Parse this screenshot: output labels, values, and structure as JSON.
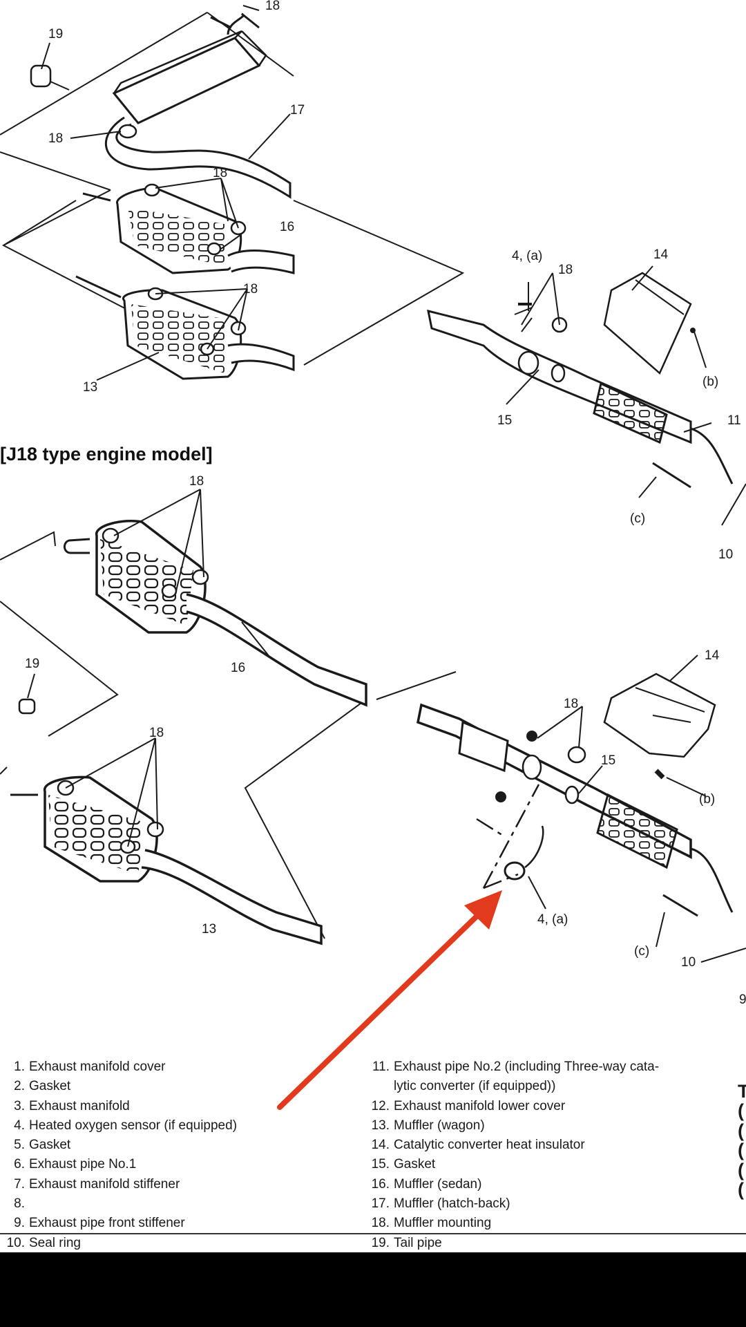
{
  "section_title": "[J18 type engine model]",
  "callouts": {
    "top": {
      "n18_top": "18",
      "n19": "19",
      "n18_hatch": "18",
      "n17": "17",
      "n18_sedan": "18",
      "n16": "16",
      "n18_wagon": "18",
      "n13": "13",
      "n4a": "4, (a)",
      "n18_front": "18",
      "n14": "14",
      "nb": "(b)",
      "n15": "15",
      "n11": "11",
      "nc": "(c)",
      "n10": "10"
    },
    "bottom": {
      "n18_sedan": "18",
      "n16": "16",
      "n19": "19",
      "n18_wagon": "18",
      "n13": "13",
      "n14": "14",
      "n18_front": "18",
      "n15": "15",
      "nb": "(b)",
      "n4a": "4, (a)",
      "nc": "(c)",
      "n10": "10",
      "n9": "9"
    }
  },
  "legend_left": [
    {
      "num": "1.",
      "text": "Exhaust manifold cover"
    },
    {
      "num": "2.",
      "text": "Gasket"
    },
    {
      "num": "3.",
      "text": "Exhaust manifold"
    },
    {
      "num": "4.",
      "text": "Heated oxygen sensor (if equipped)"
    },
    {
      "num": "5.",
      "text": "Gasket"
    },
    {
      "num": "6.",
      "text": "Exhaust pipe No.1"
    },
    {
      "num": "7.",
      "text": "Exhaust manifold stiffener"
    },
    {
      "num": "8.",
      "text": ""
    },
    {
      "num": "9.",
      "text": "Exhaust pipe front stiffener"
    },
    {
      "num": "10.",
      "text": "Seal ring"
    }
  ],
  "legend_right": [
    {
      "num": "11.",
      "text": "Exhaust pipe No.2 (including Three-way cata-"
    },
    {
      "num": "",
      "text": "lytic converter (if equipped))"
    },
    {
      "num": "12.",
      "text": "Exhaust manifold lower cover"
    },
    {
      "num": "13.",
      "text": "Muffler (wagon)"
    },
    {
      "num": "14.",
      "text": "Catalytic converter heat insulator"
    },
    {
      "num": "15.",
      "text": "Gasket"
    },
    {
      "num": "16.",
      "text": "Muffler (sedan)"
    },
    {
      "num": "17.",
      "text": "Muffler (hatch-back)"
    },
    {
      "num": "18.",
      "text": "Muffler mounting"
    },
    {
      "num": "19.",
      "text": "Tail pipe"
    }
  ],
  "right_fragment": [
    "T",
    "(",
    "(",
    "(",
    "(",
    "("
  ],
  "colors": {
    "arrow": "#e23a1c",
    "ink": "#1a1a1a",
    "bar": "#000000"
  }
}
